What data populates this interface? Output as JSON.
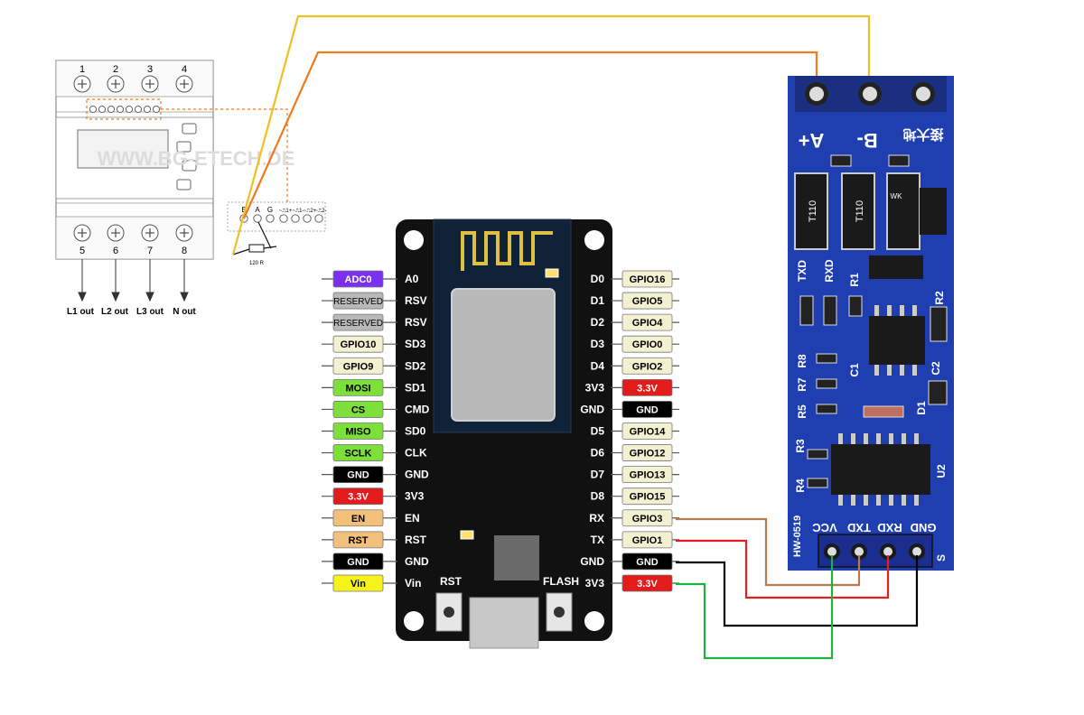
{
  "meter": {
    "top_terminals": [
      "1",
      "2",
      "3",
      "4"
    ],
    "bottom_terminals": [
      "5",
      "6",
      "7",
      "8"
    ],
    "watermark": "WWW.BG-ETECH.DE",
    "outputs": [
      "L1 out",
      "L2 out",
      "L3 out",
      "N out"
    ],
    "bus_labels": [
      "B",
      "A",
      "G",
      "~⎍1+",
      "~⎍1-",
      "~⎍2+",
      "~⎍2-"
    ],
    "resistor_label": "120 R"
  },
  "esp": {
    "left_pins": [
      {
        "name": "A0",
        "tag": "ADC0",
        "tag_bg": "#7b2ff0",
        "tag_fg": "#ffffff"
      },
      {
        "name": "RSV",
        "tag": "RESERVED",
        "tag_bg": "#b8b8b8",
        "tag_fg": "#000000"
      },
      {
        "name": "RSV",
        "tag": "RESERVED",
        "tag_bg": "#b8b8b8",
        "tag_fg": "#000000"
      },
      {
        "name": "SD3",
        "tag": "GPIO10",
        "tag_bg": "#f4f0d2",
        "tag_fg": "#000000"
      },
      {
        "name": "SD2",
        "tag": "GPIO9",
        "tag_bg": "#f4f0d2",
        "tag_fg": "#000000"
      },
      {
        "name": "SD1",
        "tag": "MOSI",
        "tag_bg": "#7de03a",
        "tag_fg": "#000000"
      },
      {
        "name": "CMD",
        "tag": "CS",
        "tag_bg": "#7de03a",
        "tag_fg": "#000000"
      },
      {
        "name": "SD0",
        "tag": "MISO",
        "tag_bg": "#7de03a",
        "tag_fg": "#000000"
      },
      {
        "name": "CLK",
        "tag": "SCLK",
        "tag_bg": "#7de03a",
        "tag_fg": "#000000"
      },
      {
        "name": "GND",
        "tag": "GND",
        "tag_bg": "#000000",
        "tag_fg": "#ffffff"
      },
      {
        "name": "3V3",
        "tag": "3.3V",
        "tag_bg": "#e21b1b",
        "tag_fg": "#ffffff"
      },
      {
        "name": "EN",
        "tag": "EN",
        "tag_bg": "#f2c07a",
        "tag_fg": "#000000"
      },
      {
        "name": "RST",
        "tag": "RST",
        "tag_bg": "#f2c07a",
        "tag_fg": "#000000"
      },
      {
        "name": "GND",
        "tag": "GND",
        "tag_bg": "#000000",
        "tag_fg": "#ffffff"
      },
      {
        "name": "Vin",
        "tag": "Vin",
        "tag_bg": "#f6f21b",
        "tag_fg": "#000000"
      }
    ],
    "right_pins": [
      {
        "name": "D0",
        "tag": "GPIO16",
        "tag_bg": "#f4f0d2",
        "tag_fg": "#000000"
      },
      {
        "name": "D1",
        "tag": "GPIO5",
        "tag_bg": "#f4f0d2",
        "tag_fg": "#000000"
      },
      {
        "name": "D2",
        "tag": "GPIO4",
        "tag_bg": "#f4f0d2",
        "tag_fg": "#000000"
      },
      {
        "name": "D3",
        "tag": "GPIO0",
        "tag_bg": "#f4f0d2",
        "tag_fg": "#000000"
      },
      {
        "name": "D4",
        "tag": "GPIO2",
        "tag_bg": "#f4f0d2",
        "tag_fg": "#000000"
      },
      {
        "name": "3V3",
        "tag": "3.3V",
        "tag_bg": "#e21b1b",
        "tag_fg": "#ffffff"
      },
      {
        "name": "GND",
        "tag": "GND",
        "tag_bg": "#000000",
        "tag_fg": "#ffffff"
      },
      {
        "name": "D5",
        "tag": "GPIO14",
        "tag_bg": "#f4f0d2",
        "tag_fg": "#000000"
      },
      {
        "name": "D6",
        "tag": "GPIO12",
        "tag_bg": "#f4f0d2",
        "tag_fg": "#000000"
      },
      {
        "name": "D7",
        "tag": "GPIO13",
        "tag_bg": "#f4f0d2",
        "tag_fg": "#000000"
      },
      {
        "name": "D8",
        "tag": "GPIO15",
        "tag_bg": "#f4f0d2",
        "tag_fg": "#000000"
      },
      {
        "name": "RX",
        "tag": "GPIO3",
        "tag_bg": "#f4f0d2",
        "tag_fg": "#000000"
      },
      {
        "name": "TX",
        "tag": "GPIO1",
        "tag_bg": "#f4f0d2",
        "tag_fg": "#000000"
      },
      {
        "name": "GND",
        "tag": "GND",
        "tag_bg": "#000000",
        "tag_fg": "#ffffff"
      },
      {
        "name": "3V3",
        "tag": "3.3V",
        "tag_bg": "#e21b1b",
        "tag_fg": "#ffffff"
      }
    ],
    "button_left": "RST",
    "button_right": "FLASH"
  },
  "rs485": {
    "top_a": "A+",
    "top_b": "B-",
    "top_chinese": "接大地",
    "pin_labels": [
      "VCC",
      "TXD",
      "RXD",
      "GND"
    ],
    "chip_t1": "T110",
    "chip_t2": "T110",
    "chip_wk": "WK",
    "lbl_txd": "TXD",
    "lbl_rxd": "RXD",
    "lbl_r1": "R1",
    "lbl_r2": "R2",
    "lbl_r3": "R3",
    "lbl_r4": "R4",
    "lbl_r5": "R5",
    "lbl_r7": "R7",
    "lbl_r8": "R8",
    "lbl_c1": "C1",
    "lbl_c2": "C2",
    "lbl_d1": "D1",
    "lbl_u2": "U2",
    "lbl_model": "HW-0519",
    "lbl_s": "S"
  },
  "colors": {
    "wire_a": "#f07a1e",
    "wire_b": "#f0c020",
    "wire_rx": "#b77a4a",
    "wire_tx": "#e02020",
    "wire_gnd": "#000000",
    "wire_vcc": "#20b040",
    "rs485_board": "#1f3fb0",
    "esp_board": "#111111"
  }
}
